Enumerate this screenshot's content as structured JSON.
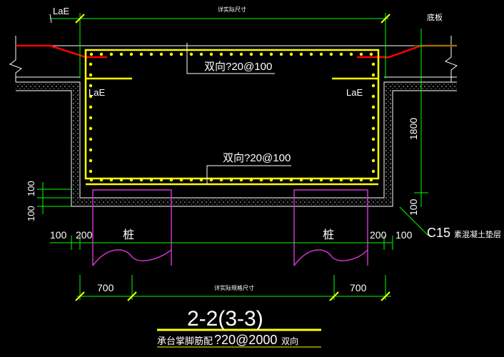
{
  "labels": {
    "lae_top": "LaE",
    "lae_left": "LaE",
    "lae_right": "LaE",
    "top_dimension": "详实际尺寸",
    "floor_slab": "底板",
    "rebar_top": "双向?20@100",
    "rebar_bottom": "双向?20@100",
    "height_1800": "1800",
    "dim_100_upper": "100",
    "dim_100_lower": "100",
    "left_100": "100",
    "left_200": "200",
    "right_200": "200",
    "right_100": "100",
    "right_vertical_100": "100",
    "pile_left": "桩",
    "pile_right": "桩",
    "c15_label": "C15",
    "c15_text": "素混凝土垫层",
    "dim_700_left": "700",
    "bottom_dimension": "详实际规格尺寸",
    "dim_700_right": "700",
    "section_title": "2-2(3-3)",
    "footer_prefix": "承台掌脚筋配",
    "footer_spec": "?20@2000",
    "footer_suffix": "双向"
  },
  "colors": {
    "rebar": "#ffff00",
    "red_rebar": "#ff0000",
    "pile": "#cc33cc",
    "dimension": "#00ff00",
    "outline": "#ffffff",
    "background": "#000000"
  }
}
